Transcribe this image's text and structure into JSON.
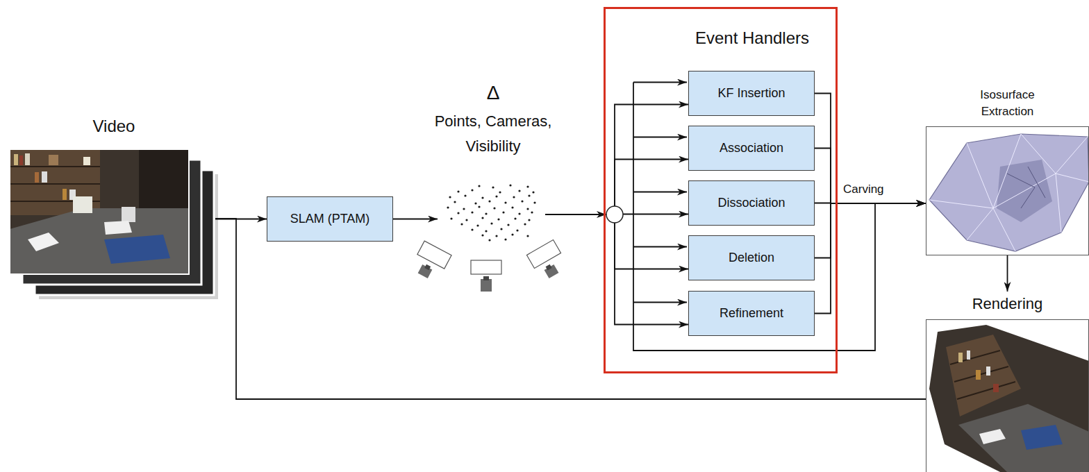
{
  "diagram": {
    "nodes": [
      {
        "text": [
          "Video"
        ]
      },
      {
        "text": [
          "SLAM (PTAM)"
        ]
      },
      {
        "text": [
          "Δ",
          "Points, Cameras, Visibility"
        ]
      },
      {
        "text": [
          "Event Handlers"
        ]
      },
      {
        "text": [
          "KF Insertion"
        ],
        "in": 3
      },
      {
        "text": [
          "Association"
        ],
        "in": 3
      },
      {
        "text": [
          "Dissociation"
        ],
        "in": 3
      },
      {
        "text": [
          "Deletion"
        ],
        "in": 3
      },
      {
        "text": [
          "Refinement"
        ],
        "in": 3
      },
      {
        "text": [
          "Isosurface Extraction"
        ]
      },
      {
        "text": [
          "Rendering"
        ]
      }
    ],
    "edges": [
      {
        "from": 0,
        "to": 1,
        "arrow": "to"
      },
      {
        "from": 1,
        "to": 2,
        "arrow": "to"
      },
      {
        "from": 2,
        "to": 4,
        "arrow": "to"
      },
      {
        "from": 2,
        "to": 5,
        "arrow": "to"
      },
      {
        "from": 2,
        "to": 6,
        "arrow": "to"
      },
      {
        "from": 2,
        "to": 7,
        "arrow": "to"
      },
      {
        "from": 2,
        "to": 8,
        "arrow": "to"
      },
      {
        "from": 4,
        "to": 9,
        "arrow": "to"
      },
      {
        "from": 5,
        "to": 9,
        "arrow": "to"
      },
      {
        "from": 6,
        "to": 9,
        "label": "Carving",
        "arrow": "to"
      },
      {
        "from": 7,
        "to": 9,
        "arrow": "to"
      },
      {
        "from": 8,
        "to": 9,
        "arrow": "to"
      },
      {
        "from": 9,
        "to": 10,
        "arrow": "to"
      },
      {
        "from": 0,
        "to": 10,
        "arrow": "none"
      }
    ]
  }
}
